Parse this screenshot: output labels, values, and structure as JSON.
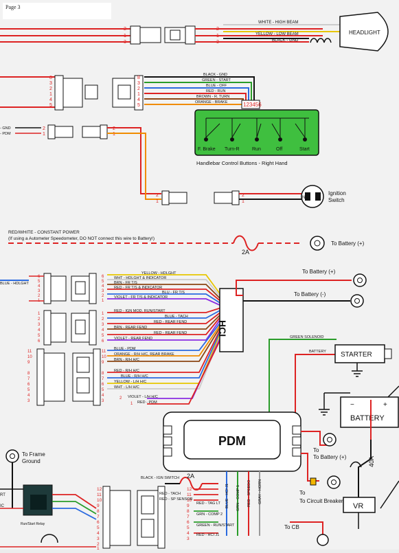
{
  "page": {
    "label": "Page 3"
  },
  "headlight": {
    "title": "HEADLIGHT",
    "pins_left": [
      "2",
      "1",
      "3"
    ],
    "pins_right": [
      "2",
      "1",
      "3"
    ],
    "wires": [
      "WHITE - HIGH BEAM",
      "YELLOW - LOW BEAM",
      "BLACK - GND"
    ]
  },
  "handlebar": {
    "pins_left": [
      "8",
      "3",
      "2",
      "1",
      "4",
      "5"
    ],
    "pins_right": [
      "8",
      "3",
      "2",
      "1",
      "4",
      "5"
    ],
    "wires": [
      "BLACK - GND",
      "GREEN - START",
      "BLUE - OFF",
      "RED - RUN",
      "BROWN - R. TURN",
      "ORANGE - BRAKE"
    ],
    "connector_numbers": "123456",
    "buttons": [
      "F. Brake",
      "Turn-R",
      "Run",
      "Off",
      "Start"
    ],
    "caption": "Handlebar Control Buttons - Right Hand"
  },
  "ignition": {
    "left_labels": [
      "- GND",
      "- PDM"
    ],
    "pins_left": [
      "2",
      "1"
    ],
    "pins_mid": [
      "2",
      "1"
    ],
    "pins_lower": [
      "2",
      "1"
    ],
    "pins_lower_right": [
      "2",
      "1"
    ],
    "switch_text": "NO",
    "label_line1": "Ignition",
    "label_line2": "Switch"
  },
  "power": {
    "note_line1": "RED/WHITE - CONSTANT POWER",
    "note_line2": "(If using a Autometer Speedometer, DO NOT connect this wire to Battery!)",
    "fuse": "2A",
    "to_battery": "To Battery (+)"
  },
  "hci": {
    "title": "HCI",
    "left_label": "BLUE - HDLGHT",
    "groups": [
      {
        "pins": [
          "6",
          "5",
          "4",
          "3",
          "2",
          "1"
        ],
        "wires": [
          "YELLOW - HDLGHT",
          "WHT - HDLGHT & INDICATOR",
          "BRN - FR T/S",
          "RED - FR T/S & INDICATOR",
          "BLU - FR T/S",
          "VIOLET - FR T/S & INDICATOR"
        ]
      },
      {
        "pins": [
          "1",
          "2",
          "3",
          "4",
          "5",
          "6"
        ],
        "wires": [
          "RED - IGN MOD. RUN/START",
          "BLUE - TACH",
          "RED - REAR FEND",
          "BRN - REAR FEND",
          "RED - REAR FEND",
          "VIOLET - REAR FEND"
        ]
      },
      {
        "pins": [
          "11",
          "10",
          "9",
          "8",
          "7",
          "6",
          "5",
          "4",
          "3"
        ],
        "wires": [
          "BLUE - PDM",
          "ORANGE - R/H H/C, REAR BRAKE",
          "BRN - R/H H/C",
          "RED - R/H H/C",
          "BLUE - R/H H/C",
          "YELLOW - L/H H/C",
          "WHT - L/H H/C"
        ]
      },
      {
        "pins": [
          "2",
          "1"
        ],
        "wires": [
          "VIOLET - L/H H/C",
          "RED - PDM"
        ]
      }
    ],
    "battery_pos": "To Battery (+)",
    "battery_neg": "To Battery (-)"
  },
  "starter": {
    "title": "STARTER",
    "green_solenoid": "GREEN SOLENOID",
    "battery_wire": "BATTERY"
  },
  "battery": {
    "title": "BATTERY"
  },
  "pdm": {
    "title": "PDM",
    "fuse": "2A",
    "black_ign": "BLACK - IGN SWITCH",
    "pins": [
      "12",
      "11",
      "10",
      "9",
      "8",
      "7",
      "6",
      "5",
      "4",
      "3",
      "2",
      "1"
    ],
    "wires": [
      "RED - TACH",
      "RED - SP SENSOR",
      "RED - TAG LT",
      "GRN - COMP 2",
      "GREEN - RUN/START",
      "RED - HCI J1"
    ],
    "vert_wires": [
      "BLUE - HCI J1",
      "GRN - COMP 1",
      "RED - SPEEDO",
      "GRAY - HORN"
    ],
    "to_battery": "To Battery (+)",
    "breaker_40a": "40A",
    "vr": "VR",
    "to_circuit_breaker": "To Circuit Breaker",
    "to_cb": "To CB"
  },
  "frame": {
    "line1": "To Frame",
    "line2": "Ground",
    "relay": "Run/Start Relay",
    "rt": "RT",
    "ic": "IC"
  }
}
